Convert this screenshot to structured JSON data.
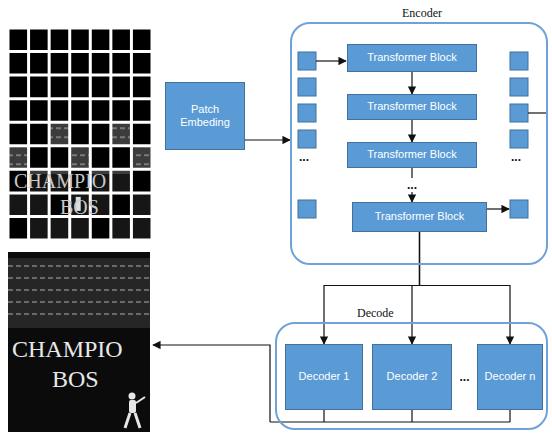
{
  "diagram": {
    "nodes": [
      {
        "text": [
          "Patch Embeding"
        ]
      },
      {
        "text": [
          "Encoder"
        ]
      },
      {
        "text": [
          "Transformer Block"
        ],
        "in": 1
      },
      {
        "text": [
          "Transformer Block"
        ],
        "in": 1
      },
      {
        "text": [
          "Transformer Block"
        ],
        "in": 1
      },
      {
        "text": [
          "Transformer Block"
        ],
        "in": 1
      },
      {
        "text": [
          "Decode"
        ]
      },
      {
        "text": [
          "Decoder 1"
        ],
        "in": 6
      },
      {
        "text": [
          "Decoder 2"
        ],
        "in": 6
      },
      {
        "text": [
          "Decoder n"
        ],
        "in": 6
      }
    ],
    "edges": [
      {
        "from": 0,
        "to": 1,
        "arrow": "to"
      },
      {
        "from": 2,
        "to": 3,
        "arrow": "to"
      },
      {
        "from": 3,
        "to": 4,
        "arrow": "to"
      },
      {
        "from": 4,
        "to": 5,
        "arrow": "to"
      },
      {
        "from": 5,
        "to": 7,
        "arrow": "to"
      },
      {
        "from": 5,
        "to": 8,
        "arrow": "to"
      },
      {
        "from": 5,
        "to": 9,
        "arrow": "to"
      }
    ],
    "labels": [
      "CHAMPIO",
      "BOS",
      "...",
      "...",
      "...",
      "CHAMPIO",
      "BOS",
      "..."
    ]
  }
}
